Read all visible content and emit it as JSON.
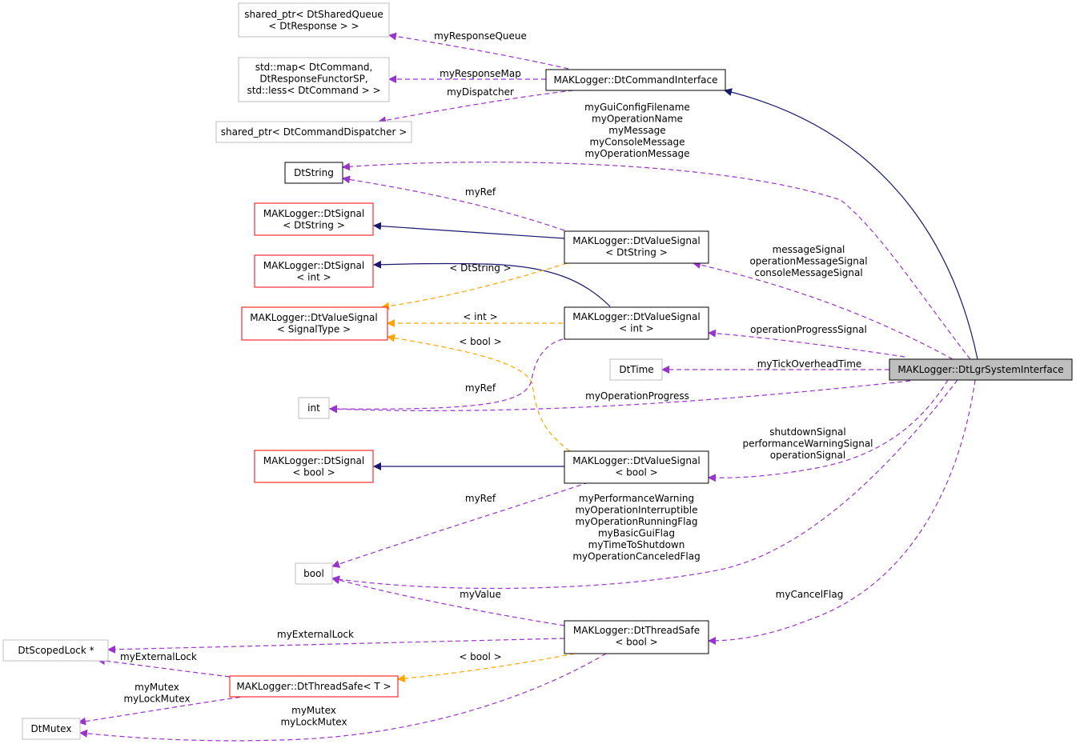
{
  "colors": {
    "inherit": "#191970",
    "usage": "#9a32cd",
    "template": "#ffa500",
    "normal_border": "#000000",
    "undocumented_border": "#bfbfbf",
    "truncated_border": "#ff0000",
    "root_fill": "#bfbfbf"
  },
  "nodes": {
    "shared_queue": {
      "lines": [
        "shared_ptr< DtSharedQueue",
        "< DtResponse > >"
      ]
    },
    "std_map": {
      "lines": [
        "std::map< DtCommand,",
        "DtResponseFunctorSP,",
        "std::less< DtCommand > >"
      ]
    },
    "shared_dispatcher": {
      "lines": [
        "shared_ptr< DtCommandDispatcher >"
      ]
    },
    "cmd_iface": {
      "lines": [
        "MAKLogger::DtCommandInterface"
      ]
    },
    "dtstring": {
      "lines": [
        "DtString"
      ]
    },
    "signal_dtstring": {
      "lines": [
        "MAKLogger::DtSignal",
        "< DtString >"
      ]
    },
    "signal_int": {
      "lines": [
        "MAKLogger::DtSignal",
        "< int >"
      ]
    },
    "valuesignal_t": {
      "lines": [
        "MAKLogger::DtValueSignal",
        "< SignalType >"
      ]
    },
    "valuesignal_dtstring": {
      "lines": [
        "MAKLogger::DtValueSignal",
        "< DtString >"
      ]
    },
    "valuesignal_int": {
      "lines": [
        "MAKLogger::DtValueSignal",
        "< int >"
      ]
    },
    "dttime": {
      "lines": [
        "DtTime"
      ]
    },
    "root": {
      "lines": [
        "MAKLogger::DtLgrSystemInterface"
      ]
    },
    "int": {
      "lines": [
        "int"
      ]
    },
    "signal_bool": {
      "lines": [
        "MAKLogger::DtSignal",
        "< bool >"
      ]
    },
    "valuesignal_bool": {
      "lines": [
        "MAKLogger::DtValueSignal",
        "< bool >"
      ]
    },
    "bool": {
      "lines": [
        "bool"
      ]
    },
    "threadsafe_bool": {
      "lines": [
        "MAKLogger::DtThreadSafe",
        "< bool >"
      ]
    },
    "scopedlock": {
      "lines": [
        "DtScopedLock *"
      ]
    },
    "threadsafe_t": {
      "lines": [
        "MAKLogger::DtThreadSafe< T >"
      ]
    },
    "dtmutex": {
      "lines": [
        "DtMutex"
      ]
    }
  },
  "labels": {
    "myResponseQueue": [
      "myResponseQueue"
    ],
    "myResponseMap": [
      "myResponseMap"
    ],
    "myDispatcher": [
      "myDispatcher"
    ],
    "string_members": [
      "myGuiConfigFilename",
      "myOperationName",
      "myMessage",
      "myConsoleMessage",
      "myOperationMessage"
    ],
    "myRef_string": [
      "myRef"
    ],
    "string_signals": [
      "messageSignal",
      "operationMessageSignal",
      "consoleMessageSignal"
    ],
    "tmpl_dtstring": [
      "< DtString >"
    ],
    "tmpl_int": [
      "< int >"
    ],
    "tmpl_bool": [
      "< bool >"
    ],
    "operationProgressSignal": [
      "operationProgressSignal"
    ],
    "myTickOverheadTime": [
      "myTickOverheadTime"
    ],
    "myRef_int": [
      "myRef"
    ],
    "myOperationProgress": [
      "myOperationProgress"
    ],
    "bool_signals": [
      "shutdownSignal",
      "performanceWarningSignal",
      "operationSignal"
    ],
    "myRef_bool": [
      "myRef"
    ],
    "bool_members": [
      "myPerformanceWarning",
      "myOperationInterruptible",
      "myOperationRunningFlag",
      "myBasicGuiFlag",
      "myTimeToShutdown",
      "myOperationCanceledFlag"
    ],
    "myValue": [
      "myValue"
    ],
    "myCancelFlag": [
      "myCancelFlag"
    ],
    "myExternalLock_1": [
      "myExternalLock"
    ],
    "myExternalLock_2": [
      "myExternalLock"
    ],
    "tmpl_bool_2": [
      "< bool >"
    ],
    "mutex_1": [
      "myMutex",
      "myLockMutex"
    ],
    "mutex_2": [
      "myMutex",
      "myLockMutex"
    ]
  }
}
